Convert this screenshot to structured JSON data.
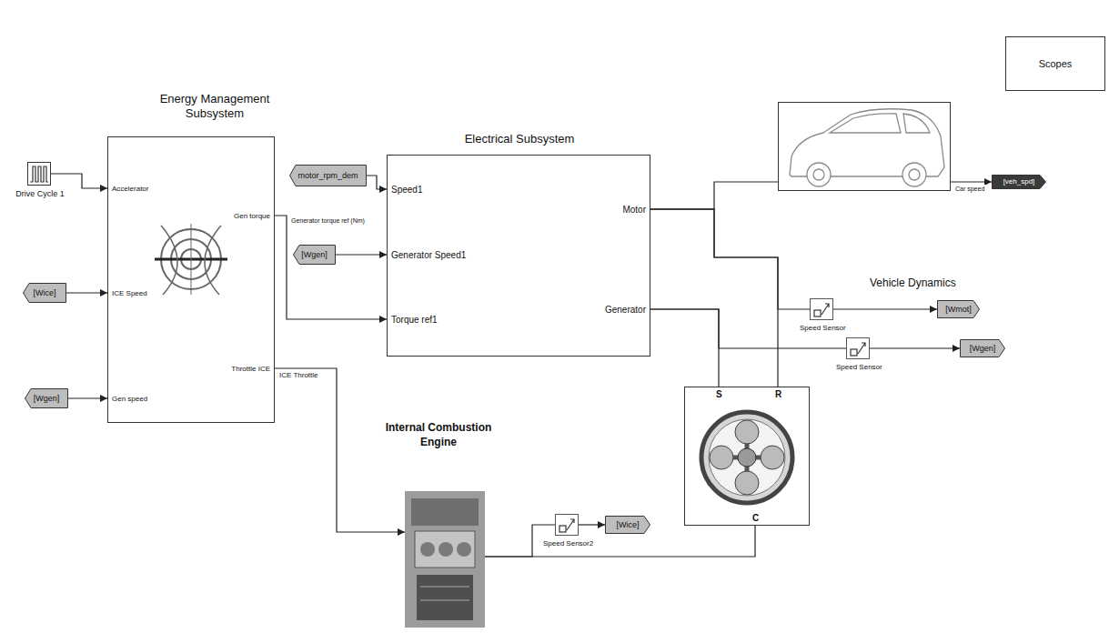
{
  "diagram": {
    "nodes": [
      {
        "text": [
          "Scopes"
        ]
      },
      {
        "text": [
          "Energy Management Subsystem",
          "Accelerator",
          "ICE Speed",
          "Gen speed",
          "Gen torque",
          "Throttle ICE"
        ]
      },
      {
        "text": [
          "Drive Cycle 1"
        ]
      },
      {
        "text": [
          "Electrical Subsystem",
          "Speed1",
          "Generator Speed1",
          "Torque ref1",
          "Motor",
          "Generator"
        ]
      },
      {
        "text": [
          "motor_rpm_dem"
        ]
      },
      {
        "text": [
          "Vehicle Dynamics"
        ]
      },
      {
        "text": [
          "[Wice]"
        ]
      },
      {
        "text": [
          "[Wgen]"
        ]
      },
      {
        "text": [
          "[Wgen]"
        ]
      },
      {
        "text": [
          "Speed Sensor"
        ]
      },
      {
        "text": [
          "Speed Sensor"
        ]
      },
      {
        "text": [
          "[Wmot]"
        ]
      },
      {
        "text": [
          "[Wgen]"
        ]
      },
      {
        "text": [
          "[veh_spd]"
        ]
      },
      {
        "text": [
          "S",
          "R",
          "C"
        ]
      },
      {
        "text": [
          "Internal Combustion Engine"
        ]
      },
      {
        "text": [
          "Speed Sensor2"
        ]
      },
      {
        "text": [
          "[Wice]"
        ]
      }
    ],
    "edges": [
      {
        "from": 2,
        "to": 1,
        "arrow": "to"
      },
      {
        "from": 6,
        "to": 1,
        "arrow": "to"
      },
      {
        "from": 7,
        "to": 1,
        "arrow": "to"
      },
      {
        "from": 1,
        "to": 3,
        "label": "Generator torque ref (Nm)",
        "arrow": "to"
      },
      {
        "from": 4,
        "to": 3,
        "arrow": "to"
      },
      {
        "from": 8,
        "to": 3,
        "arrow": "to"
      },
      {
        "from": 1,
        "to": 15,
        "label": "ICE Throttle",
        "arrow": "to"
      },
      {
        "from": 3,
        "to": 5,
        "arrow": "none"
      },
      {
        "from": 3,
        "to": 14,
        "arrow": "none"
      },
      {
        "from": 3,
        "to": 9,
        "arrow": "none"
      },
      {
        "from": 3,
        "to": 14,
        "arrow": "none"
      },
      {
        "from": 3,
        "to": 10,
        "arrow": "none"
      },
      {
        "from": 14,
        "to": 15,
        "arrow": "none"
      },
      {
        "from": 15,
        "to": 16,
        "arrow": "none"
      },
      {
        "from": 16,
        "to": 17,
        "arrow": "to"
      },
      {
        "from": 9,
        "to": 11,
        "arrow": "to"
      },
      {
        "from": 10,
        "to": 12,
        "arrow": "to"
      },
      {
        "from": 5,
        "to": 13,
        "label": "Car speed",
        "arrow": "to"
      }
    ]
  }
}
